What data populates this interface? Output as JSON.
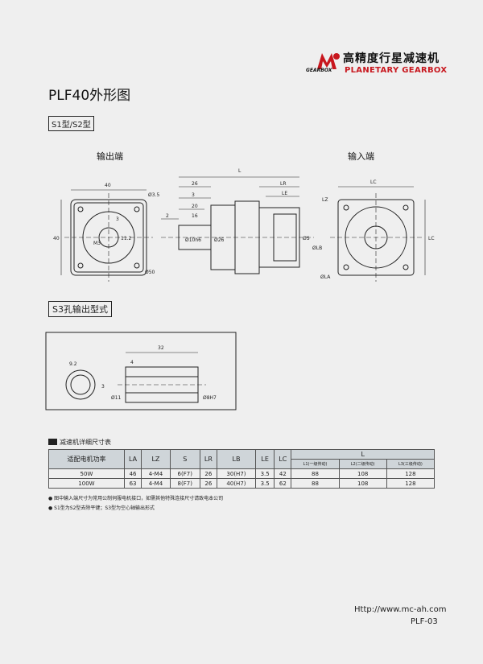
{
  "header": {
    "brand_cn": "高精度行星减速机",
    "brand_en": "PLANETARY GEARBOX",
    "brand_sub": "GEARBOX",
    "logo_color": "#c8171e"
  },
  "title": "PLF40外形图",
  "type_tag": "S1型/S2型",
  "views": {
    "output": "输出端",
    "input": "输入端"
  },
  "dims": {
    "front": {
      "w": "40",
      "h": "40",
      "hole": "Ø3.5",
      "d1": "3",
      "d2": "11.2",
      "m": "M3",
      "pcd": "Ø50"
    },
    "side": {
      "L": "L",
      "a": "26",
      "b": "3",
      "c": "20",
      "d": "16",
      "e": "2",
      "f": "Ø10h6",
      "g": "Ø26",
      "LR": "LR",
      "LE": "LE",
      "S": "ØS",
      "LB": "ØLB",
      "LA": "ØLA"
    },
    "rear": {
      "LC": "LC",
      "LC2": "LC",
      "LZ": "LZ"
    },
    "s3": {
      "a": "9.2",
      "b": "32",
      "c": "4",
      "d": "3",
      "e": "Ø11",
      "f": "Ø8H7"
    }
  },
  "section2": "S3孔输出型式",
  "table": {
    "heading": "减速机详细尺寸表",
    "cols": [
      "适配电机功率",
      "LA",
      "LZ",
      "S",
      "LR",
      "LB",
      "LE",
      "LC"
    ],
    "L_header": "L",
    "L_subs": [
      "L1(一级传动)",
      "L2(二级传动)",
      "L3(三级传动)"
    ],
    "rows": [
      [
        "50W",
        "46",
        "4-M4",
        "6(F7)",
        "26",
        "30(H7)",
        "3.5",
        "42",
        "88",
        "108",
        "128"
      ],
      [
        "100W",
        "63",
        "4-M4",
        "8(F7)",
        "26",
        "40(H7)",
        "3.5",
        "62",
        "88",
        "108",
        "128"
      ]
    ]
  },
  "notes": [
    "图中输入端尺寸为常用公制伺服电机接口，如需其他特殊连接尺寸请致电本公司",
    "S1型为S2型去除平键；S3型为空心轴输出形式"
  ],
  "footer": {
    "url": "Http://www.mc-ah.com",
    "page": "PLF-03"
  }
}
